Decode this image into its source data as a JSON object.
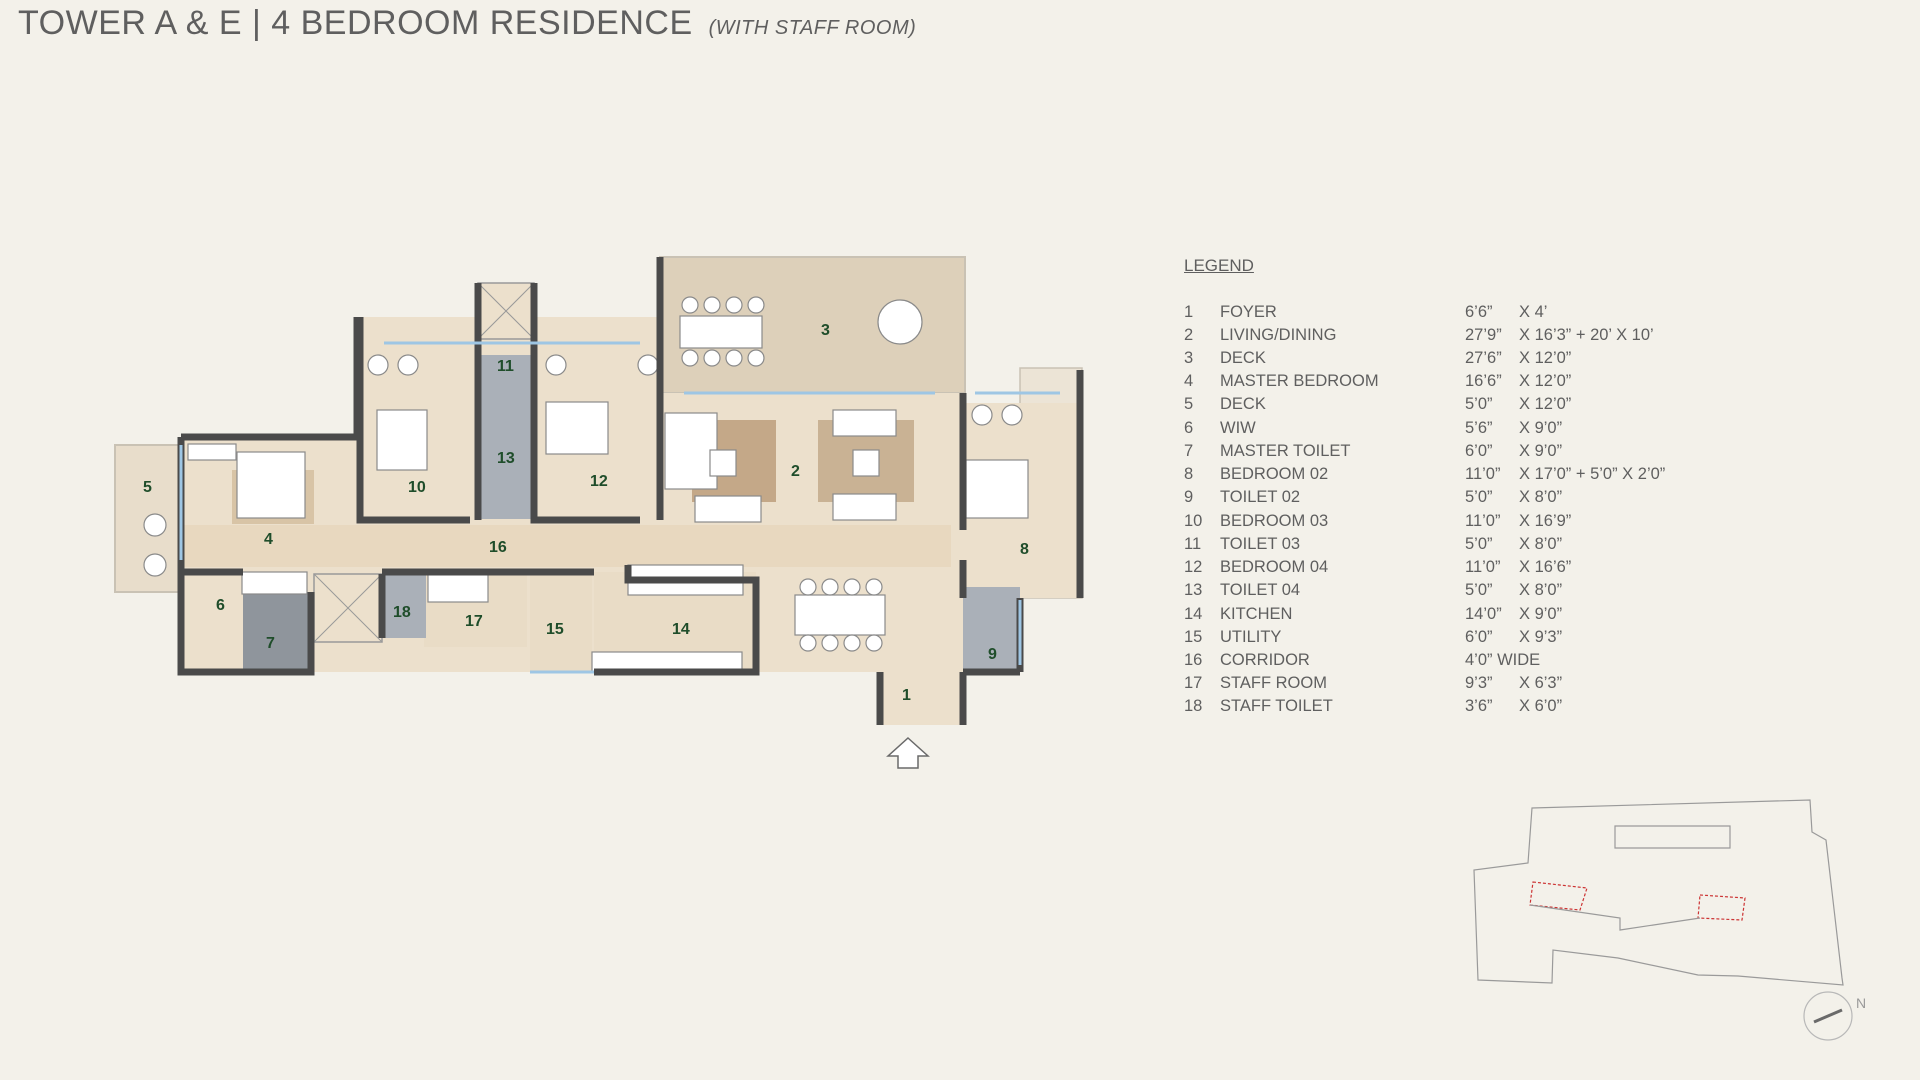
{
  "header": {
    "title": "TOWER A & E | 4 BEDROOM RESIDENCE",
    "subtitle": "(WITH STAFF ROOM)"
  },
  "colors": {
    "background": "#f3f1ea",
    "floor": "#ece0cc",
    "wall": "#4a4a4a",
    "toilet": "#aab0b8",
    "glazing": "#9ec6e4",
    "room_number": "#1f4d2a"
  },
  "plan": {
    "room_numbers": [
      "1",
      "2",
      "3",
      "4",
      "5",
      "6",
      "7",
      "8",
      "9",
      "10",
      "11",
      "12",
      "13",
      "14",
      "15",
      "16",
      "17",
      "18"
    ]
  },
  "legend": {
    "title": "LEGEND",
    "rows": [
      {
        "no": "1",
        "name": "FOYER",
        "d1": "6’6”",
        "d2": "X   4’"
      },
      {
        "no": "2",
        "name": "LIVING/DINING",
        "d1": "27’9”",
        "d2": "X   16’3” + 20’   X   10’"
      },
      {
        "no": "3",
        "name": "DECK",
        "d1": "27’6”",
        "d2": "X   12’0”"
      },
      {
        "no": "4",
        "name": "MASTER BEDROOM",
        "d1": "16’6”",
        "d2": "X   12’0”"
      },
      {
        "no": "5",
        "name": "DECK",
        "d1": "5’0”",
        "d2": "X   12’0”"
      },
      {
        "no": "6",
        "name": "WIW",
        "d1": "5’6”",
        "d2": "X   9’0”"
      },
      {
        "no": "7",
        "name": "MASTER TOILET",
        "d1": "6’0”",
        "d2": "X   9’0”"
      },
      {
        "no": "8",
        "name": "BEDROOM 02",
        "d1": "11’0”",
        "d2": "X   17’0” + 5’0” X 2’0”"
      },
      {
        "no": "9",
        "name": "TOILET 02",
        "d1": "5’0”",
        "d2": "X   8’0”"
      },
      {
        "no": "10",
        "name": "BEDROOM 03",
        "d1": "11’0”",
        "d2": "X   16’9”"
      },
      {
        "no": "11",
        "name": "TOILET 03",
        "d1": "5’0”",
        "d2": "X   8’0”"
      },
      {
        "no": "12",
        "name": "BEDROOM 04",
        "d1": "11’0”",
        "d2": "X   16’6”"
      },
      {
        "no": "13",
        "name": "TOILET 04",
        "d1": "5’0”",
        "d2": "X   8’0”"
      },
      {
        "no": "14",
        "name": "KITCHEN",
        "d1": "14’0”",
        "d2": "X   9’0”"
      },
      {
        "no": "15",
        "name": "UTILITY",
        "d1": "6’0”",
        "d2": "X   9’3”"
      },
      {
        "no": "16",
        "name": "CORRIDOR",
        "d1": "4’0” WIDE",
        "d2": ""
      },
      {
        "no": "17",
        "name": "STAFF ROOM",
        "d1": "9’3”",
        "d2": "X   6’3”"
      },
      {
        "no": "18",
        "name": "STAFF TOILET",
        "d1": "3’6”",
        "d2": "X   6’0”"
      }
    ]
  },
  "compass": {
    "label": "N"
  },
  "icons": {
    "entry": "entry-arrow-icon",
    "compass": "compass-icon",
    "keyplan": "key-plan-icon"
  }
}
